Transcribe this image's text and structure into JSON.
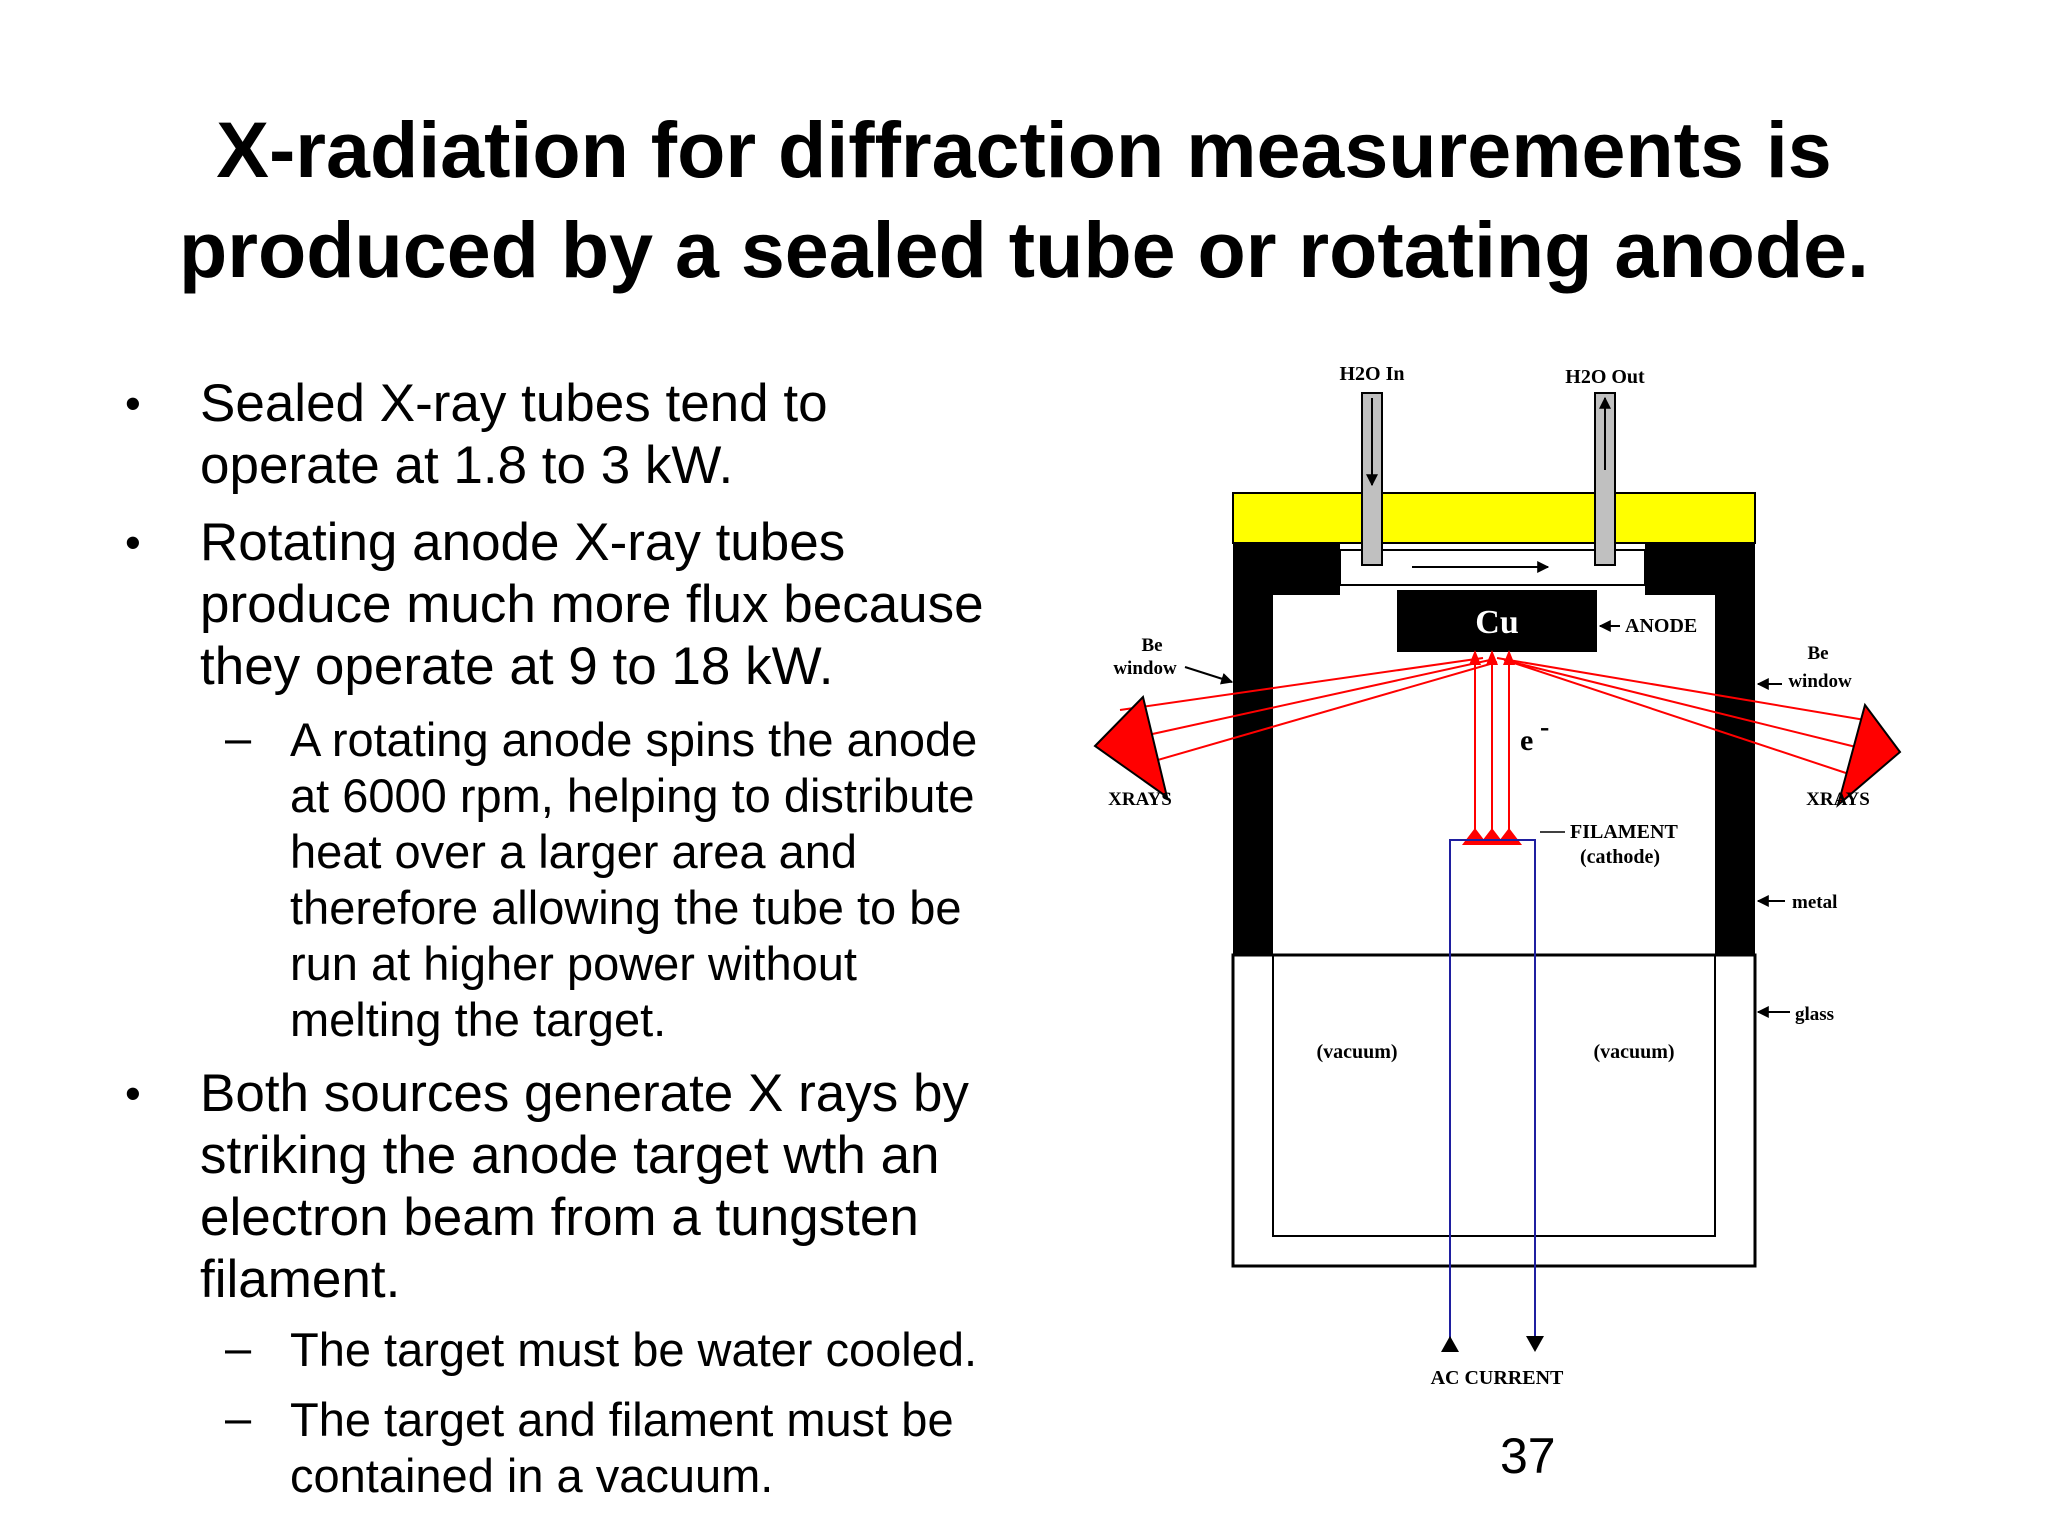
{
  "slide": {
    "title_lines": [
      "X-radiation for diffraction measurements is",
      "produced by a sealed tube or rotating anode."
    ],
    "page_number": "37"
  },
  "bullets": [
    {
      "marker": "•",
      "lines": [
        "Sealed X-ray tubes tend to",
        "operate at 1.8 to 3 kW."
      ]
    },
    {
      "marker": "•",
      "lines": [
        "Rotating anode X-ray tubes",
        "produce much more flux because",
        "they operate at 9 to 18 kW."
      ]
    },
    {
      "marker": "–",
      "lines": [
        "A rotating anode spins the anode",
        "at 6000 rpm, helping to distribute",
        "heat over a larger area and",
        "therefore allowing the tube to be",
        "run at higher power without",
        "melting the target."
      ]
    },
    {
      "marker": "•",
      "lines": [
        "Both sources generate X rays by",
        "striking the anode target wth an",
        "electron beam from a tungsten",
        "filament."
      ]
    },
    {
      "marker": "–",
      "lines": [
        "The target must be water cooled."
      ]
    },
    {
      "marker": "–",
      "lines": [
        "The target and filament must be",
        "contained in a vacuum."
      ]
    }
  ],
  "diagram": {
    "labels": {
      "h2o_in": "H2O In",
      "h2o_out": "H2O Out",
      "anode_material": "Cu",
      "anode": "ANODE",
      "be_window_left_1": "Be",
      "be_window_left_2": "window",
      "be_window_right_1": "Be",
      "be_window_right_2": "window",
      "electron": "e",
      "electron_sup": "-",
      "xrays_left": "XRAYS",
      "xrays_right": "XRAYS",
      "filament_1": "FILAMENT",
      "filament_2": "(cathode)",
      "metal": "metal",
      "glass": "glass",
      "vacuum_left": "(vacuum)",
      "vacuum_right": "(vacuum)",
      "ac_current": "AC CURRENT"
    },
    "colors": {
      "cooling_plate": "#ffff00",
      "metal": "#000000",
      "xray_beam": "#ff0000",
      "electron_beam": "#ff0000",
      "filament_wire": "#1f1fa0",
      "water_pipe": "#c0c0c0"
    }
  }
}
